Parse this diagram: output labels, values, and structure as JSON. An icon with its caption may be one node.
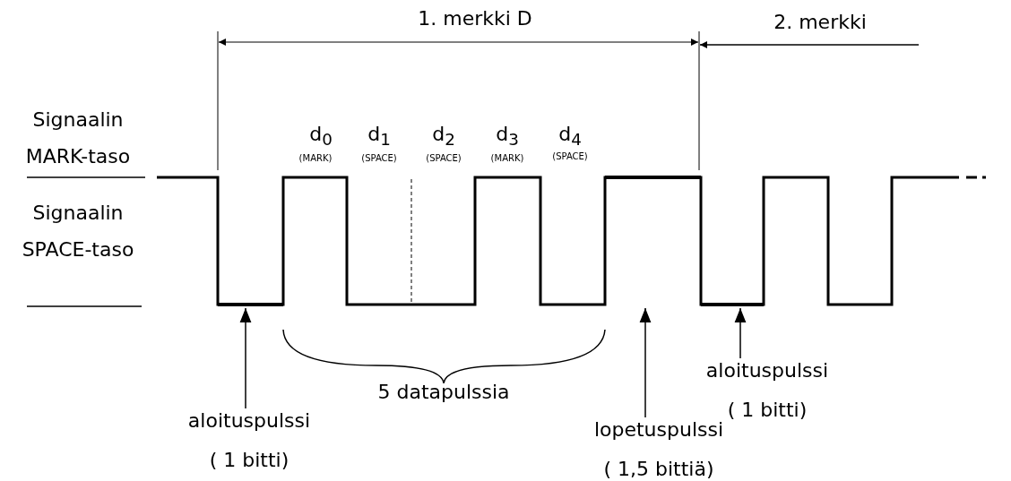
{
  "diagram": {
    "nodes": [
      {
        "text": [
          "aloituspulssi",
          "( 1 bitti)"
        ]
      },
      {
        "text": [
          "lopetuspulssi",
          "( 1,5 bittiä)"
        ]
      },
      {
        "text": [
          "aloituspulssi",
          "( 1 bitti)"
        ]
      },
      {
        "text": [],
        "shape": "bar"
      },
      {
        "text": [],
        "shape": "bar"
      },
      {
        "text": [],
        "shape": "bar"
      }
    ],
    "edges": [
      {
        "from": 0,
        "to": 3,
        "arrow": "to"
      },
      {
        "from": 1,
        "to": 4,
        "arrow": "to"
      },
      {
        "from": 2,
        "to": 5,
        "arrow": "to"
      }
    ],
    "labels": [
      "1. merkki D",
      "2. merkki",
      "Signaalin MARK-taso",
      "d$_{0}$",
      "d$_{1}$",
      "d$_{2}$",
      "d$_{3}$",
      "d$_{4}$",
      "(MARK)",
      "(SPACE)",
      "(SPACE)",
      "(MARK)",
      "(SPACE)",
      "Signaalin SPACE-taso",
      "5 datapulssia"
    ]
  }
}
